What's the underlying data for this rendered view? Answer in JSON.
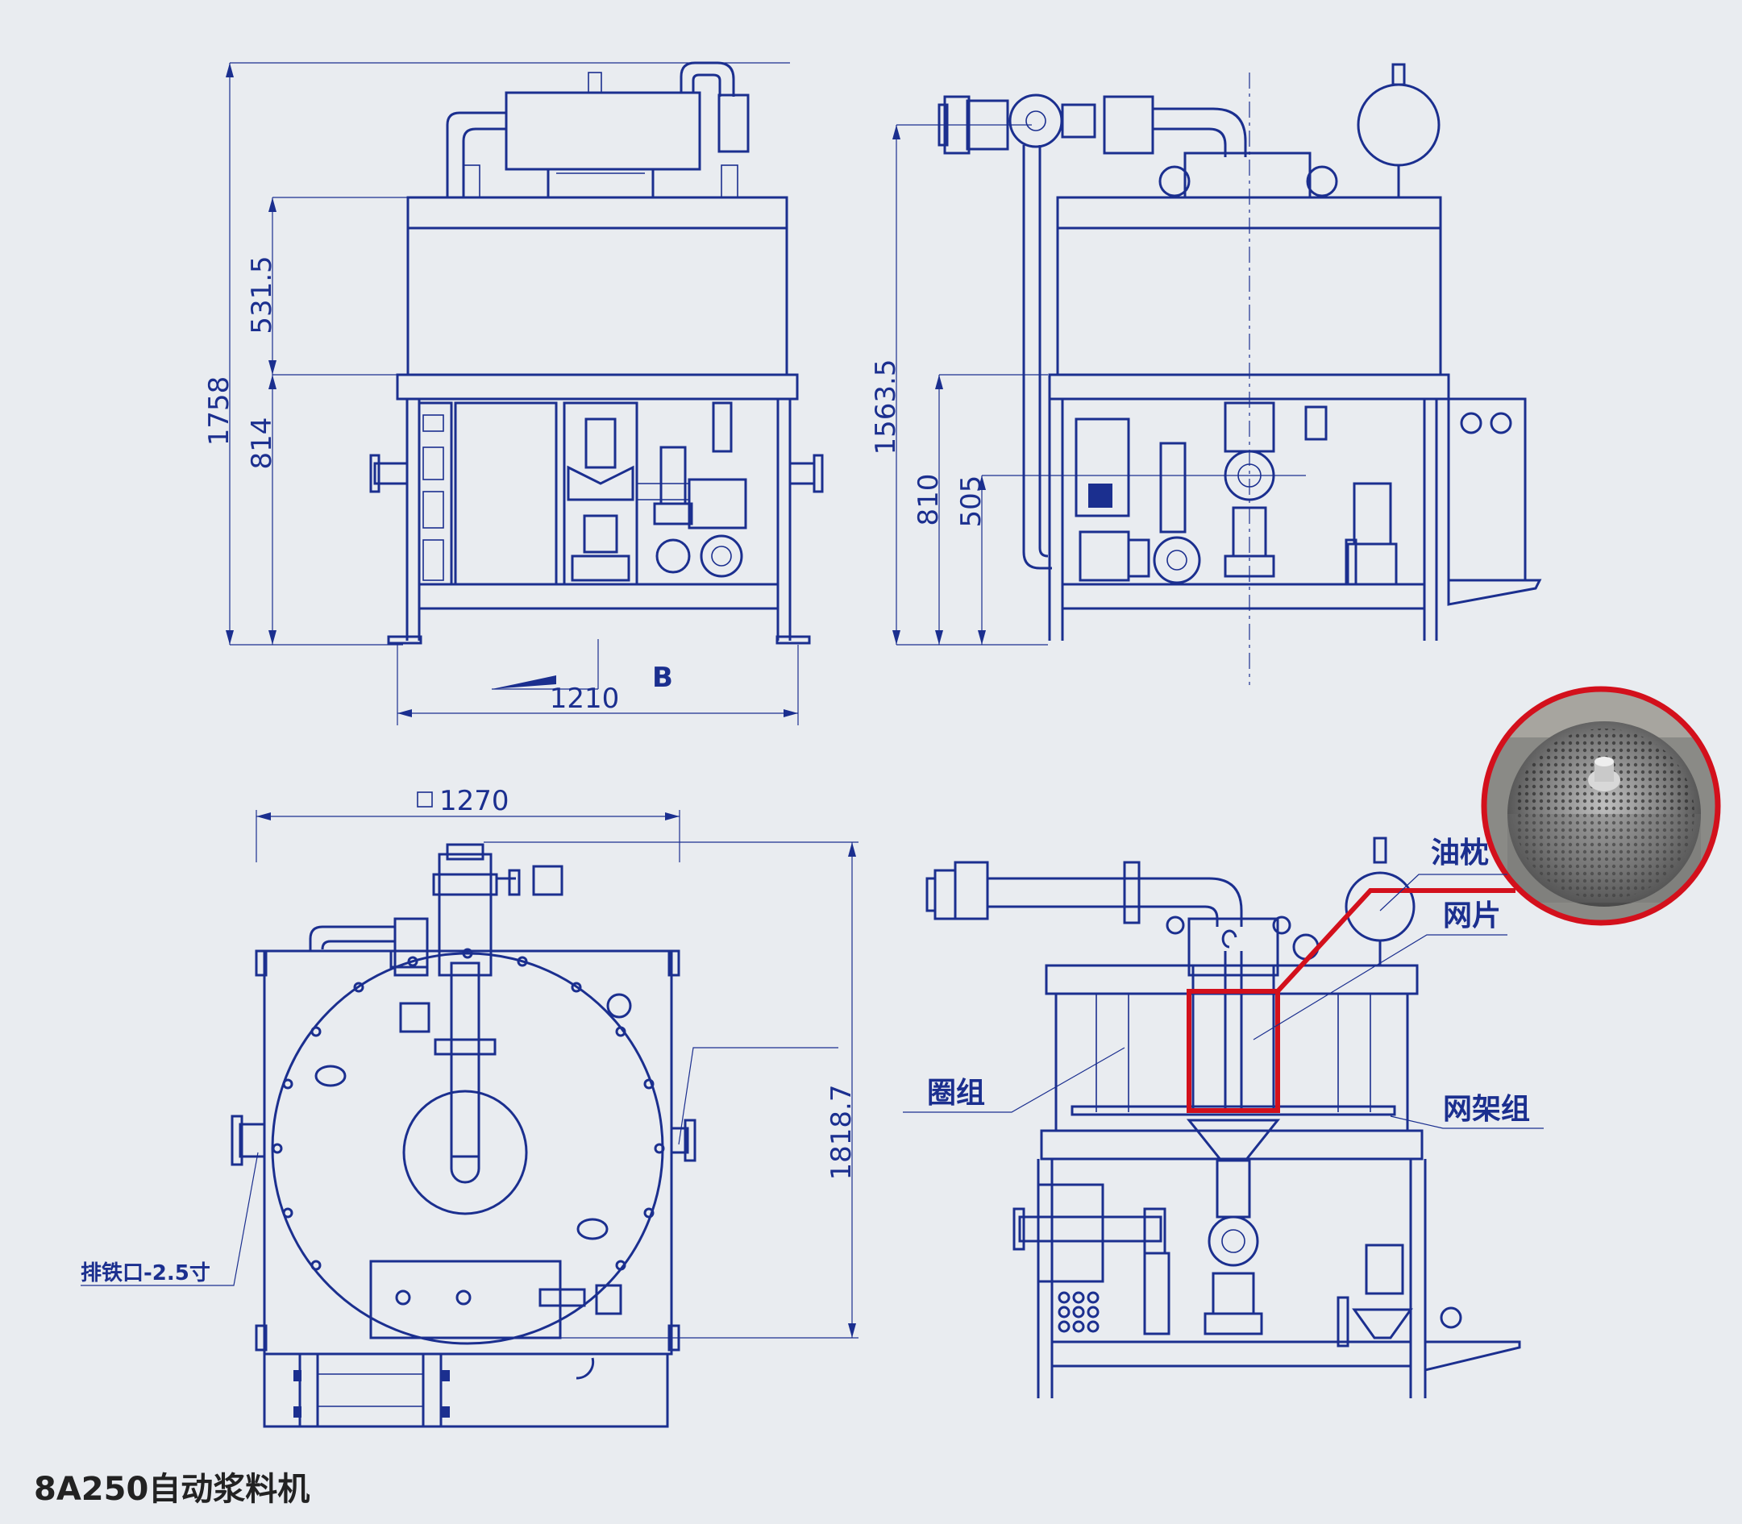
{
  "title": "8A250自动浆料机",
  "dimensions": {
    "total_height": "1758",
    "upper_height": "531.5",
    "lower_height": "814",
    "side_total_height": "1563.5",
    "side_lower_height": "810",
    "inlet_height": "505",
    "width": "1210",
    "section_mark": "B",
    "square_size": "1270",
    "plan_depth": "1818.7"
  },
  "labels": {
    "oil_pillow": "油枕",
    "mesh_sheet": "网片",
    "coil_group": "圈组",
    "mesh_frame_group": "网架组",
    "iron_outlet": "排铁口-2.5寸"
  },
  "colors": {
    "line": "#1b2f8f",
    "highlight": "#d3101c",
    "background": "#e9ecf0"
  }
}
